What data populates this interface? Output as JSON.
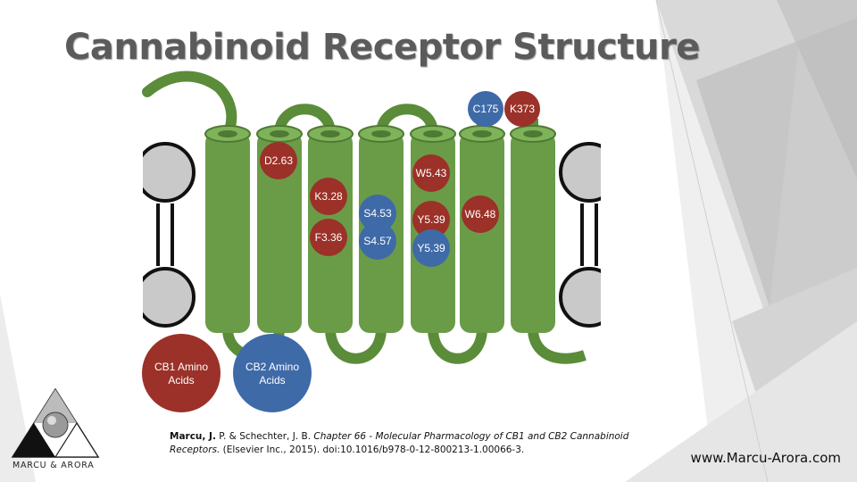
{
  "slide": {
    "title": "Cannabinoid Receptor Structure",
    "website": "www.Marcu-Arora.com",
    "logo_text": "MARCU & ARORA"
  },
  "citation": {
    "authors": "Marcu, J.",
    "rest_authors": " P. & Schechter, J. B. ",
    "chapter": "Chapter 66 - Molecular Pharmacology of CB1 and CB2 Cannabinoid Receptors.",
    "publisher": " (Elsevier Inc., 2015). doi:10.1016/b978-0-12-800213-1.00066-3."
  },
  "diagram": {
    "residues": {
      "d263": "D2.63",
      "k328": "K3.28",
      "f336": "F3.36",
      "s453": "S4.53",
      "s457": "S4.57",
      "w543": "W5.43",
      "y539a": "Y5.39",
      "y539b": "Y5.39",
      "w648": "W6.48",
      "c175": "C175",
      "k373": "K373"
    },
    "legend": {
      "cb1_line1": "CB1 Amino",
      "cb1_line2": "Acids",
      "cb2_line1": "CB2 Amino",
      "cb2_line2": "Acids"
    },
    "colors": {
      "helix": "#6a9c48",
      "helix_dark": "#4f7a33",
      "cb1_residue": "#9b3128",
      "cb2_residue": "#3f6aa8"
    }
  }
}
